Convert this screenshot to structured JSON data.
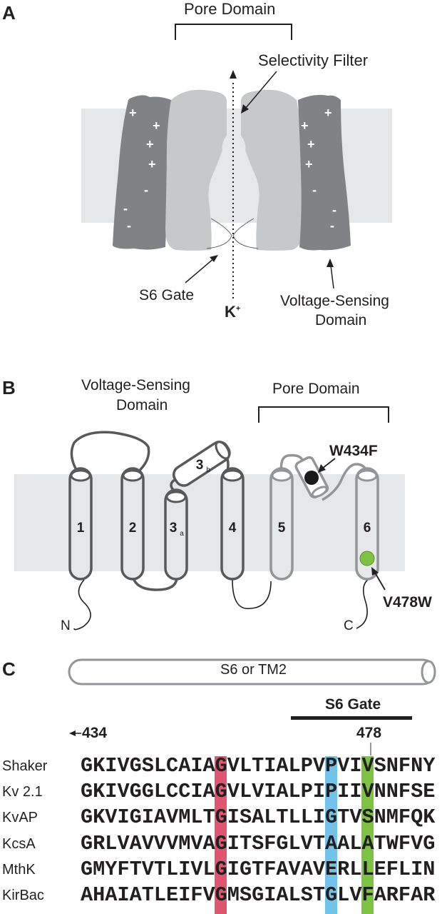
{
  "panel_a": {
    "letter": "A",
    "pore_domain_label": "Pore Domain",
    "selectivity_filter_label": "Selectivity Filter",
    "s6_gate_label": "S6 Gate",
    "ion_label": "K",
    "ion_charge": "+",
    "vsd_label_line1": "Voltage-Sensing",
    "vsd_label_line2": "Domain",
    "left_vsd_charges": [
      "+",
      "+",
      "+",
      "+",
      "-",
      "-",
      "-"
    ],
    "right_vsd_charges": [
      "+",
      "+",
      "+",
      "+",
      "-",
      "-",
      "-"
    ]
  },
  "panel_b": {
    "letter": "B",
    "vsd_label_line1": "Voltage-Sensing",
    "vsd_label_line2": "Domain",
    "pore_domain_label": "Pore Domain",
    "helices": [
      "1",
      "2",
      "3",
      "4",
      "5",
      "6"
    ],
    "helix_3a_sub": "a",
    "helix_3b_main": "3",
    "helix_3b_sub": "b",
    "n_terminus": "N",
    "c_terminus": "C",
    "mutation_1": "W434F",
    "mutation_2": "V478W",
    "mutation_1_color": "#1a1a1a",
    "mutation_2_color": "#7dc242"
  },
  "panel_c": {
    "letter": "C",
    "helix_label": "S6 or TM2",
    "gate_label": "S6 Gate",
    "start_marker": "434",
    "residue_marker": "478",
    "highlight_colors": {
      "glycine_hinge": "#e05570",
      "pvp_motif": "#72c2ea",
      "gate_residue": "#7dc242"
    },
    "highlight_columns": {
      "glycine_hinge": 11,
      "pvp_motif": 20,
      "gate_residue": 23
    },
    "alignment": [
      {
        "species": "Shaker",
        "sequence": "GKIVGSLCAIAGVLTIALPVPVIVSNFNY"
      },
      {
        "species": "Kv 2.1",
        "sequence": "GKIVGGLCCIAGVLVIALPIPIIVNNFSE"
      },
      {
        "species": "KvAP",
        "sequence": "GKVIGIAVMLTGISALTLLIGTVSNMFQK"
      },
      {
        "species": "KcsA",
        "sequence": "GRLVAVVVMVAGITSFGLVTAALATWFVG"
      },
      {
        "species": "MthK",
        "sequence": "GMYFTVTLIVLGIGTFAVAVERLLEFLIN"
      },
      {
        "species": "KirBac",
        "sequence": "AHAIATLEIFVGMSGIALSTGLVFARFAR"
      }
    ]
  }
}
